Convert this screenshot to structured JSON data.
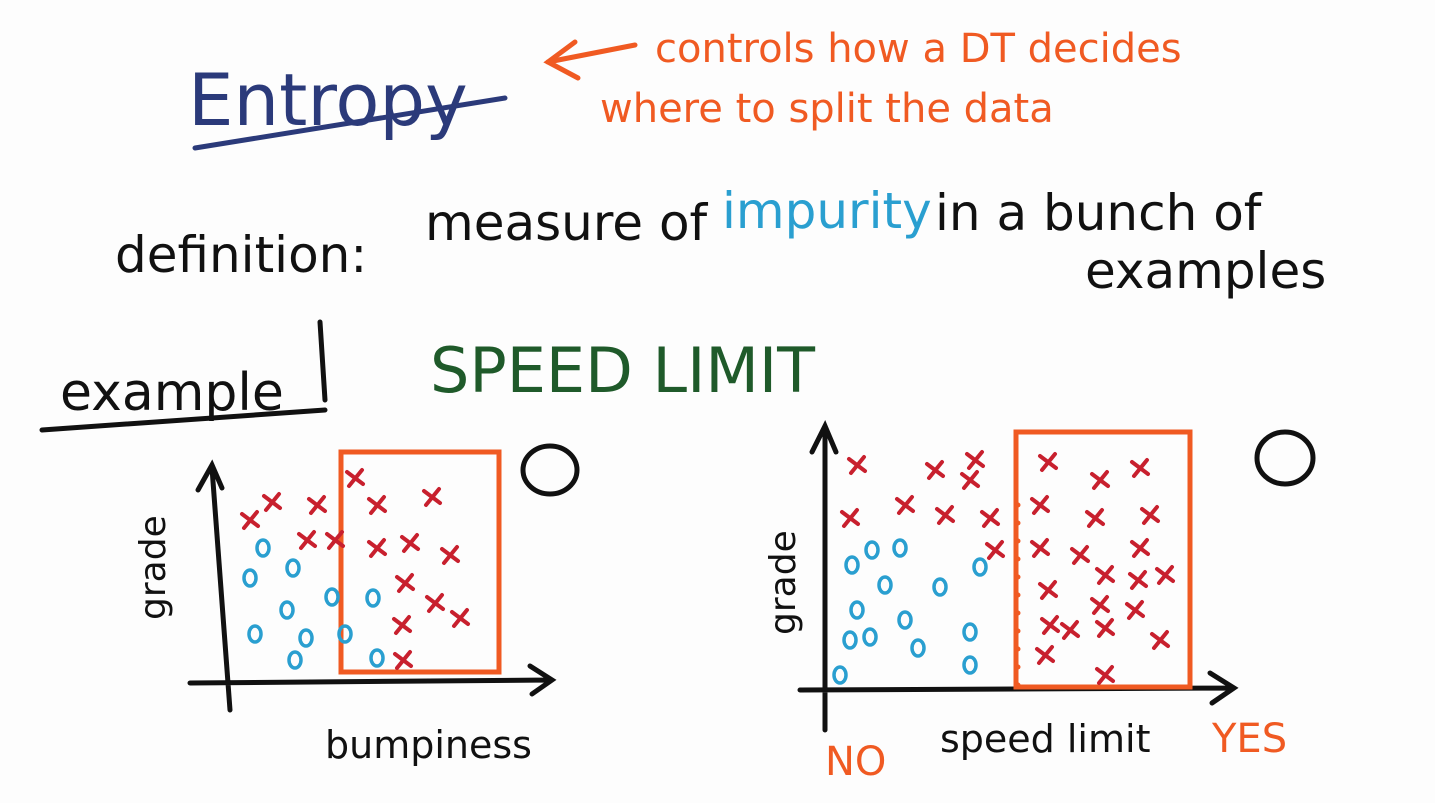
{
  "title": "Entropy",
  "annotation": {
    "line1": "controls how a DT decides",
    "line2": "where to split the data"
  },
  "definition": {
    "label": "definition:",
    "text_before": "measure of",
    "highlight": "impurity",
    "text_after": "in a bunch of",
    "text_end": "examples"
  },
  "example": {
    "label": "example",
    "heading": "SPEED LIMIT",
    "left_plot": {
      "ylabel": "grade",
      "xlabel": "bumpiness",
      "entropy_mark": "O"
    },
    "right_plot": {
      "ylabel": "grade",
      "xlabel": "speed limit",
      "x_low": "NO",
      "x_high": "YES",
      "entropy_mark": "O"
    }
  },
  "colors": {
    "title": "#2b3a7a",
    "annotation": "#f05a22",
    "impurity": "#2a9fd0",
    "heading": "#1f5a2a",
    "ink": "#111111",
    "x_mark": "#c8202e",
    "o_mark": "#2a9fd0",
    "box": "#f05a22"
  }
}
